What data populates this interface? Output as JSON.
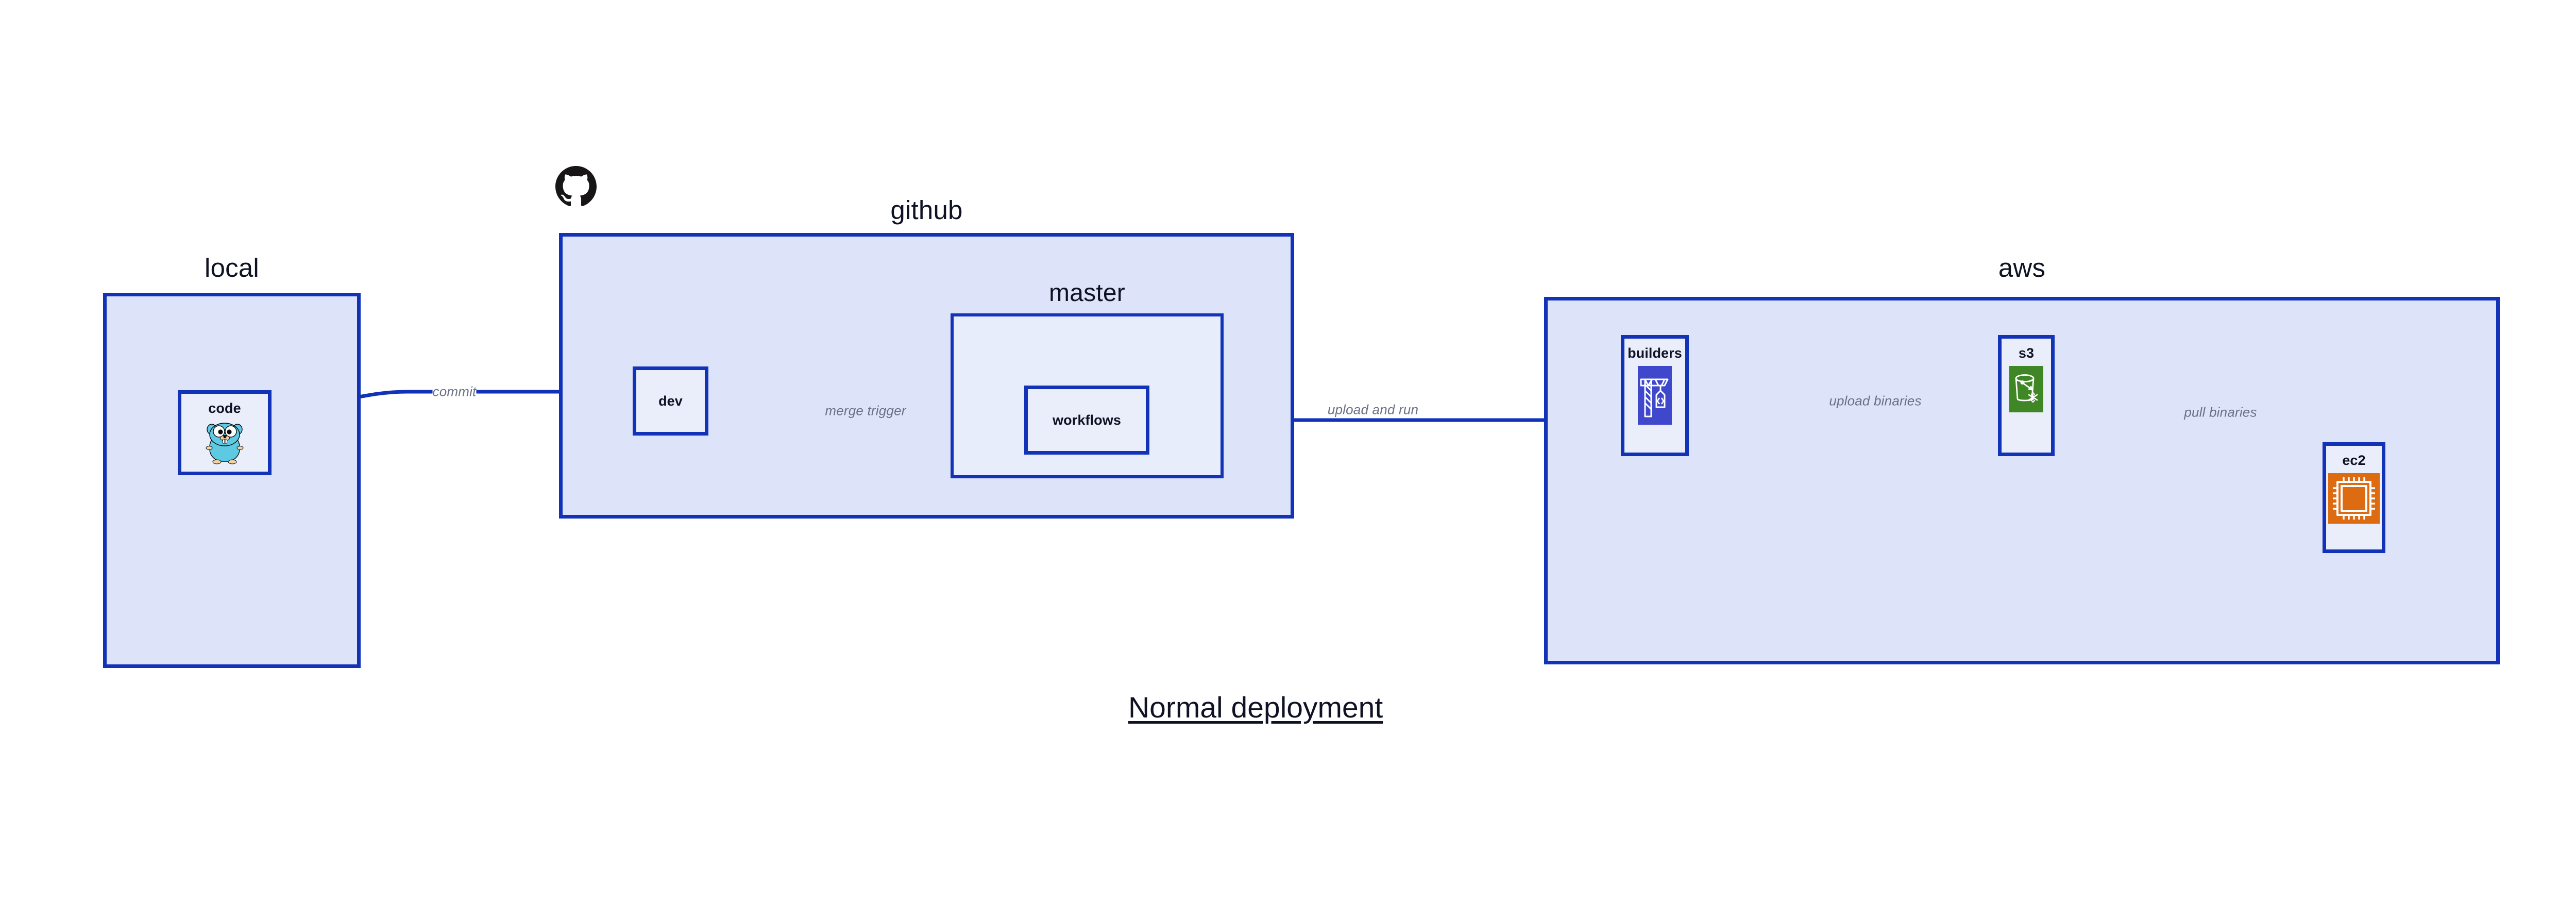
{
  "diagram": {
    "title": "Normal deployment",
    "background_color": "#ffffff",
    "accent_border_color": "#1232b8",
    "group_fill_color": "#dde4fa",
    "node_fill_color": "#e9eefa",
    "label_text_color": "#6a7086",
    "title_text_color": "#0f1224"
  },
  "groups": [
    {
      "id": "local",
      "label": "local"
    },
    {
      "id": "github",
      "label": "github"
    },
    {
      "id": "master",
      "label": "master"
    },
    {
      "id": "aws",
      "label": "aws"
    }
  ],
  "nodes": [
    {
      "id": "code",
      "label": "code",
      "icon": "go-gopher-icon"
    },
    {
      "id": "dev",
      "label": "dev",
      "icon": "none"
    },
    {
      "id": "workflows",
      "label": "workflows",
      "icon": "none"
    },
    {
      "id": "builders",
      "label": "builders",
      "icon": "aws-codebuild-crane-icon",
      "icon_color": "#3f48cc"
    },
    {
      "id": "s3",
      "label": "s3",
      "icon": "aws-s3-bucket-icon",
      "icon_color": "#3f8624"
    },
    {
      "id": "ec2",
      "label": "ec2",
      "icon": "aws-ec2-chip-icon",
      "icon_color": "#dd6b12"
    }
  ],
  "edges": [
    {
      "id": "code-to-dev",
      "from": "code",
      "to": "dev",
      "label": "commit"
    },
    {
      "id": "dev-to-workflows",
      "from": "dev",
      "to": "workflows",
      "label": "merge trigger"
    },
    {
      "id": "workflows-to-builders",
      "from": "workflows",
      "to": "builders",
      "label": "upload and run"
    },
    {
      "id": "builders-to-s3",
      "from": "builders",
      "to": "s3",
      "label": "upload binaries"
    },
    {
      "id": "s3-to-ec2",
      "from": "s3",
      "to": "ec2",
      "label": "pull binaries"
    }
  ],
  "branding": {
    "github_mark": "github-logo-icon"
  }
}
